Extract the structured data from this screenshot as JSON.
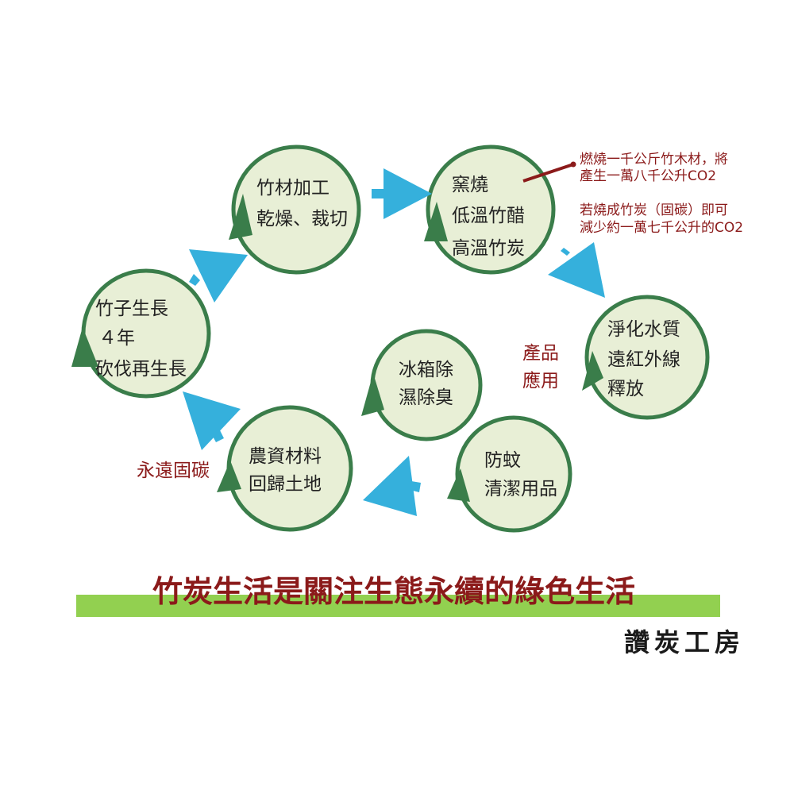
{
  "nodes": {
    "bamboo_growth": {
      "lines": [
        "竹子生長",
        "４年",
        "砍伐再生長"
      ]
    },
    "processing": {
      "lines": [
        "竹材加工",
        "乾燥、裁切"
      ]
    },
    "kiln": {
      "lines": [
        "窯燒",
        "低溫竹醋",
        "高溫竹炭"
      ]
    },
    "purify": {
      "lines": [
        "淨化水質",
        "遠紅外線",
        "釋放"
      ]
    },
    "fridge": {
      "lines": [
        "冰箱除",
        "濕除臭"
      ]
    },
    "mosquito": {
      "lines": [
        "防蚊",
        "清潔用品"
      ]
    },
    "agriculture": {
      "lines": [
        "農資材料",
        "回歸土地"
      ]
    }
  },
  "notes": {
    "burn": [
      "燃燒一千公斤竹木材，將",
      "產生一萬八千公升CO2"
    ],
    "reduce": [
      "若燒成竹炭（固碳）即可",
      "減少約一萬七千公升的CO2"
    ]
  },
  "labels": {
    "product_use": [
      "產品",
      "應用"
    ],
    "carbon_fix": "永遠固碳"
  },
  "banner": {
    "text": "竹炭生活是關注生態永續的綠色生活"
  },
  "logo": {
    "text": "讚炭工房"
  },
  "colors": {
    "circle_fill": "#e8efd6",
    "circle_stroke": "#3a7d4a",
    "flow_arrow": "#35b0dc",
    "red_text": "#8b1a1a",
    "banner_bar": "#92d050"
  }
}
